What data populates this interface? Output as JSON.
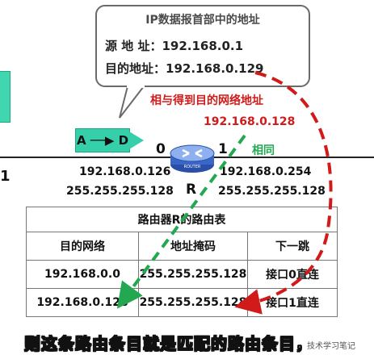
{
  "header_box": {
    "title": "IP数据报首部中的地址",
    "source_label": "源 地 址：",
    "source_value": "192.168.0.1",
    "dest_label": "目的地址：",
    "dest_value": "192.168.0.129"
  },
  "flow_box": {
    "label": "A ──▶ D"
  },
  "annotation": {
    "and_text": "相与得到目的网络地址",
    "result": "192.168.0.128",
    "same": "相同"
  },
  "router": {
    "port_left": "0",
    "port_right": "1",
    "name": "R",
    "icon_text": "ROUTER",
    "left_ip": "192.168.0.126",
    "left_mask": "255.255.255.128",
    "right_ip": "192.168.0.254",
    "right_mask": "255.255.255.128"
  },
  "left_marker": "1",
  "routing_table": {
    "caption": "路由器R的路由表",
    "headers": [
      "目的网络",
      "地址掩码",
      "下一跳"
    ],
    "rows": [
      [
        "192.168.0.0",
        "255.255.255.128",
        "接口0直连"
      ],
      [
        "192.168.0.128",
        "255.255.255.128",
        "接口1直连"
      ]
    ]
  },
  "subtitle": "则这条路由条目就是匹配的路由条目，",
  "watermark": "技术学习笔记",
  "colors": {
    "red": "#d11a1a",
    "green": "#22a850",
    "teal": "#35d0aa"
  }
}
